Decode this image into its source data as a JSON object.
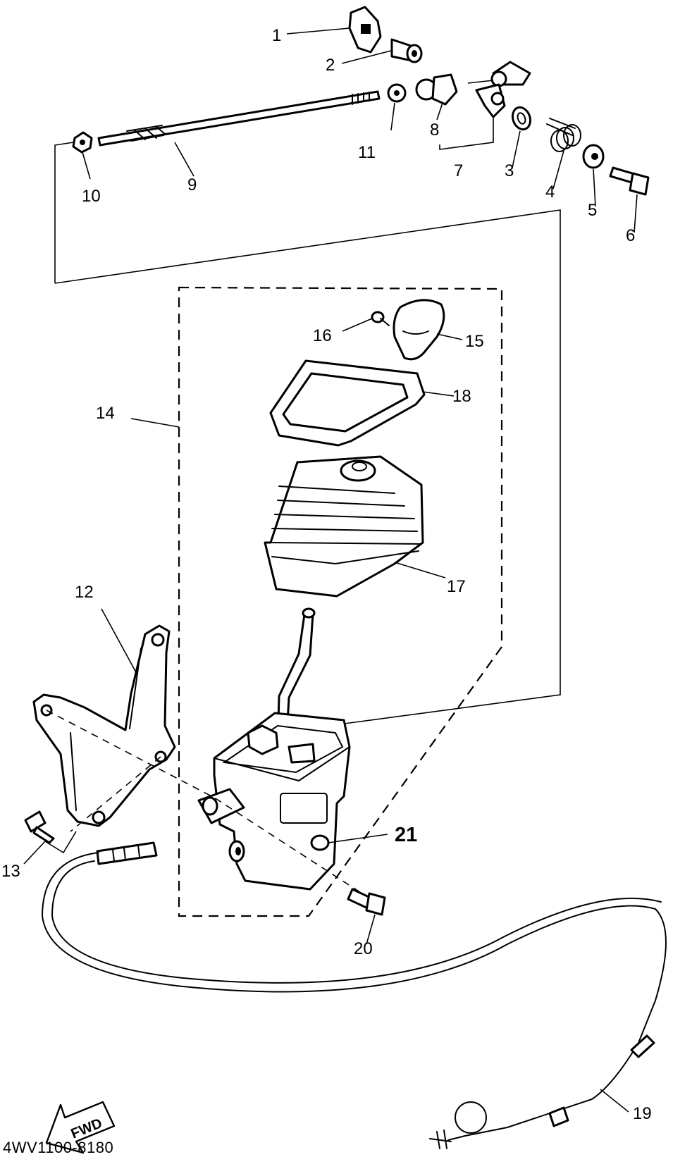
{
  "callouts": {
    "c1": "1",
    "c2": "2",
    "c3": "3",
    "c4": "4",
    "c5": "5",
    "c6": "6",
    "c7": "7",
    "c8": "8",
    "c9": "9",
    "c10": "10",
    "c11": "11",
    "c12": "12",
    "c13": "13",
    "c14": "14",
    "c15": "15",
    "c16": "16",
    "c17": "17",
    "c18": "18",
    "c19": "19",
    "c20": "20",
    "c21": "21"
  },
  "direction_label": "FWD",
  "reference_code": "4WV1100-8180"
}
